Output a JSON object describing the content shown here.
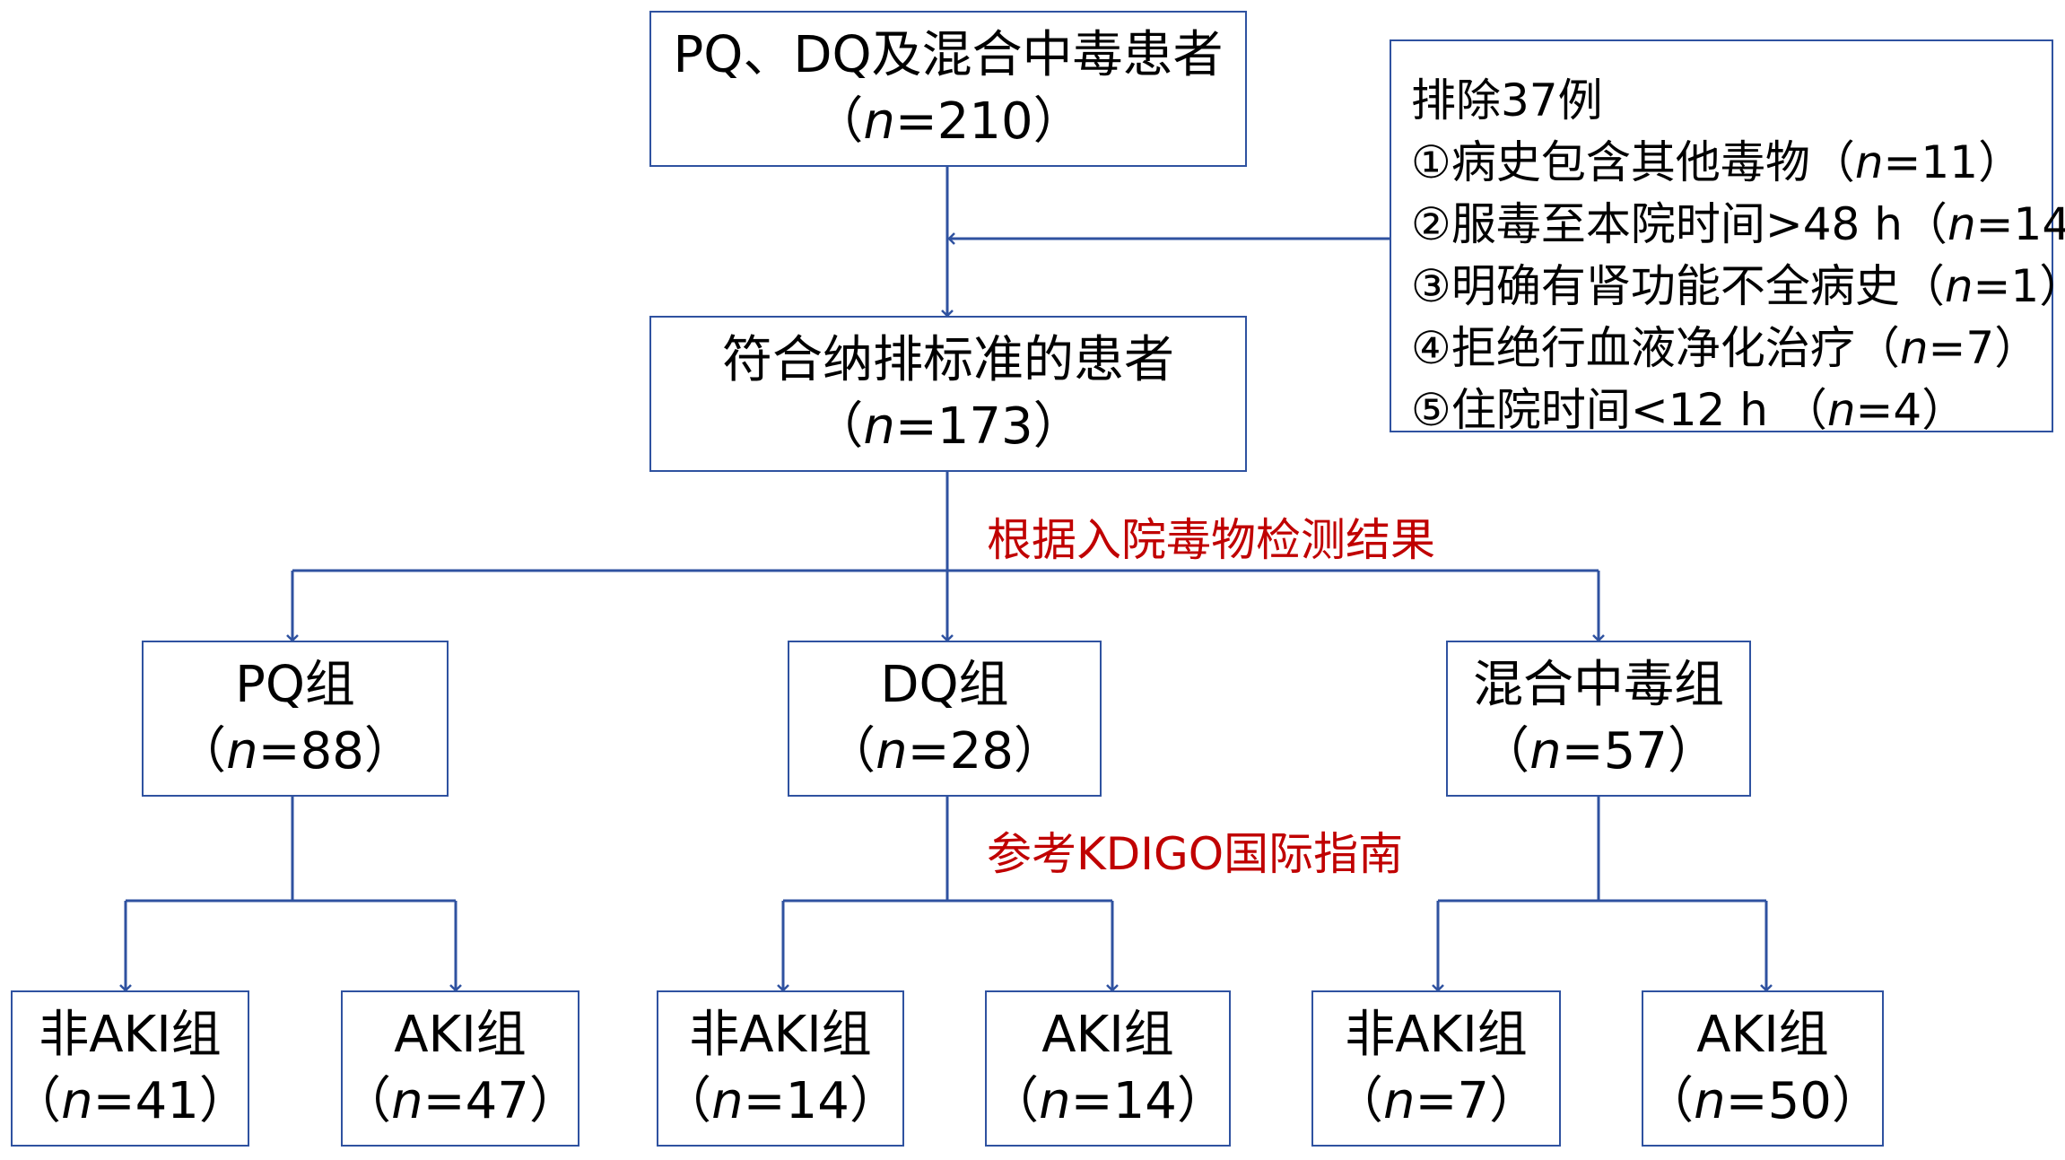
{
  "diagram": {
    "n_label": "n",
    "top": {
      "title": "PQ、DQ及混合中毒患者",
      "open": "（",
      "n_value": "=210",
      "close": "）"
    },
    "eligible": {
      "title": "符合纳排标准的患者",
      "open": "（",
      "n_value": "=173",
      "close": "）"
    },
    "exclusion": {
      "title": "排除37例",
      "items": [
        {
          "text": "①病史包含其他毒物（",
          "n_value": "=11",
          "close": "）"
        },
        {
          "text": "②服毒至本院时间>48 h（",
          "n_value": "=14",
          "close": "）"
        },
        {
          "text": "③明确有肾功能不全病史（",
          "n_value": "=1",
          "close": "）"
        },
        {
          "text": "④拒绝行血液净化治疗（",
          "n_value": "=7",
          "close": "）"
        },
        {
          "text": "⑤住院时间<12 h （",
          "n_value": "=4",
          "close": "）"
        }
      ]
    },
    "note_split": "根据入院毒物检测结果",
    "note_kdigo": "参考KDIGO国际指南",
    "groups": [
      {
        "title": "PQ组",
        "open": "（",
        "n_value": "=88",
        "close": "）"
      },
      {
        "title": "DQ组",
        "open": "（",
        "n_value": "=28",
        "close": "）"
      },
      {
        "title": "混合中毒组",
        "open": "（",
        "n_value": "=57",
        "close": "）"
      }
    ],
    "subgroups": [
      {
        "title": "非AKI组",
        "open": "（",
        "n_value": "=41",
        "close": "）"
      },
      {
        "title": "AKI组",
        "open": "（",
        "n_value": "=47",
        "close": "）"
      },
      {
        "title": "非AKI组",
        "open": "（",
        "n_value": "=14",
        "close": "）"
      },
      {
        "title": "AKI组",
        "open": "（",
        "n_value": "=14",
        "close": "）"
      },
      {
        "title": "非AKI组",
        "open": "（",
        "n_value": "=7",
        "close": "）"
      },
      {
        "title": "AKI组",
        "open": "（",
        "n_value": "=50",
        "close": "）"
      }
    ],
    "colors": {
      "line": "#2f52a0",
      "note": "#c00000"
    }
  }
}
